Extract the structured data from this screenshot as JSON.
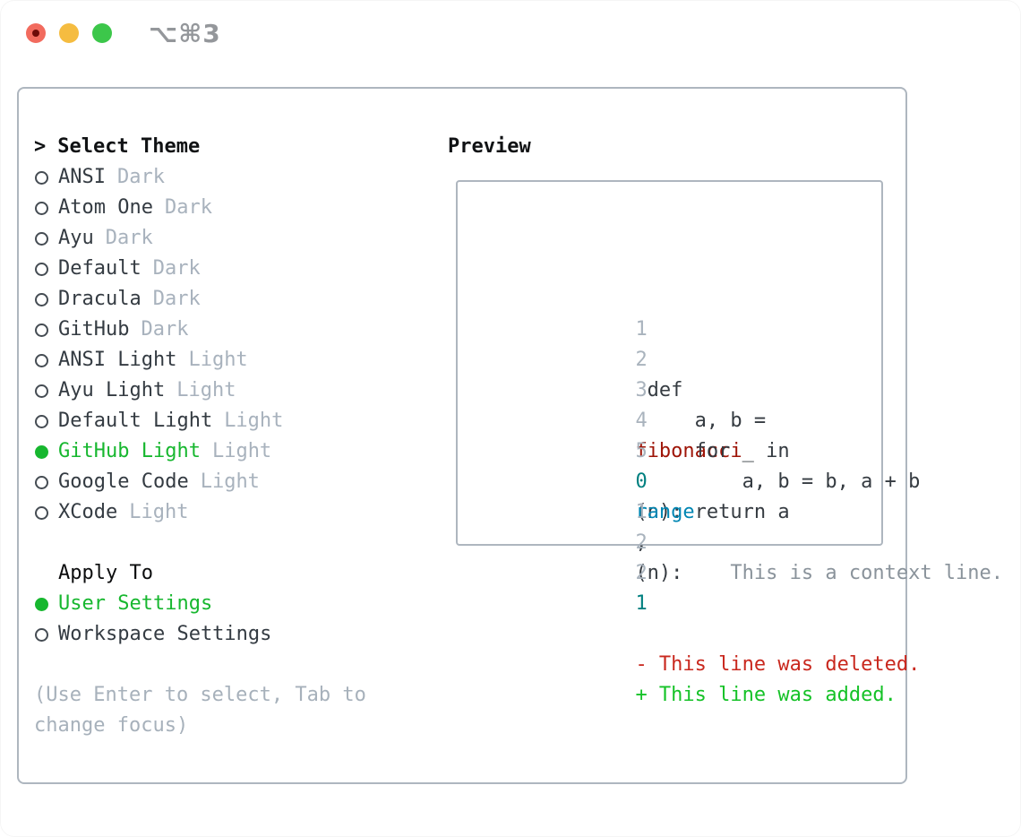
{
  "window": {
    "title": "⌥⌘3",
    "traffic_lights": {
      "close": "#f26b5e",
      "minimize": "#f5bc40",
      "zoom": "#3cc74a"
    }
  },
  "theme_picker": {
    "prompt": ">",
    "header": "Select Theme",
    "items": [
      {
        "name": "ANSI",
        "variant": "Dark",
        "state": ""
      },
      {
        "name": "Atom One",
        "variant": "Dark",
        "state": ""
      },
      {
        "name": "Ayu",
        "variant": "Dark",
        "state": ""
      },
      {
        "name": "Default",
        "variant": "Dark",
        "state": ""
      },
      {
        "name": "Dracula",
        "variant": "Dark",
        "state": ""
      },
      {
        "name": "GitHub",
        "variant": "Dark",
        "state": ""
      },
      {
        "name": "ANSI Light",
        "variant": "Light",
        "state": ""
      },
      {
        "name": "Ayu Light",
        "variant": "Light",
        "state": ""
      },
      {
        "name": "Default Light",
        "variant": "Light",
        "state": ""
      },
      {
        "name": "GitHub Light",
        "variant": "Light",
        "state": "selected"
      },
      {
        "name": "Google Code",
        "variant": "Light",
        "state": ""
      },
      {
        "name": "XCode",
        "variant": "Light",
        "state": ""
      }
    ]
  },
  "apply_to": {
    "header": "Apply To",
    "items": [
      {
        "name": "User Settings",
        "state": "selected"
      },
      {
        "name": "Workspace Settings",
        "state": ""
      }
    ]
  },
  "footer": {
    "hint_line1": "(Use Enter to select, Tab to",
    "hint_line2": "change focus)"
  },
  "preview": {
    "header": "Preview",
    "lines": [
      {
        "tokens": [
          {
            "t": "1",
            "c": "ln"
          },
          {
            "t": " def ",
            "c": ""
          },
          {
            "t": "fibonacci",
            "c": "fn"
          },
          {
            "t": "(n):",
            "c": ""
          }
        ]
      },
      {
        "tokens": [
          {
            "t": "2",
            "c": "ln"
          },
          {
            "t": "     a, b = ",
            "c": ""
          },
          {
            "t": "0",
            "c": "num"
          },
          {
            "t": ", ",
            "c": ""
          },
          {
            "t": "1",
            "c": "num"
          }
        ]
      },
      {
        "tokens": [
          {
            "t": "3",
            "c": "ln"
          },
          {
            "t": "     for _ in ",
            "c": ""
          },
          {
            "t": "range",
            "c": "bi"
          },
          {
            "t": "(n):",
            "c": ""
          }
        ]
      },
      {
        "tokens": [
          {
            "t": "4",
            "c": "ln"
          },
          {
            "t": "         a, b = b, a + b",
            "c": ""
          }
        ]
      },
      {
        "tokens": [
          {
            "t": "5",
            "c": "ln"
          },
          {
            "t": "     return a",
            "c": ""
          }
        ]
      },
      {
        "tokens": []
      },
      {
        "tokens": [
          {
            "t": "1",
            "c": "ln"
          },
          {
            "t": "        This is a context line.",
            "c": "ctx"
          }
        ]
      },
      {
        "tokens": [
          {
            "t": "2",
            "c": "ln"
          },
          {
            "t": "     ",
            "c": ""
          },
          {
            "t": "- This line was deleted.",
            "c": "del"
          }
        ]
      },
      {
        "tokens": [
          {
            "t": "2",
            "c": "ln"
          },
          {
            "t": "     ",
            "c": ""
          },
          {
            "t": "+ This line was added.",
            "c": "add"
          }
        ]
      }
    ]
  },
  "colors": {
    "accent_green": "#17b72f",
    "added_green": "#15c227",
    "deleted_red": "#c9281e",
    "function_red": "#9e1407",
    "number_teal": "#008080",
    "builtin_blue": "#0086b3",
    "border_gray": "#aeb6bf",
    "muted_gray": "#a8b2bd",
    "text_dark": "#343b42"
  }
}
